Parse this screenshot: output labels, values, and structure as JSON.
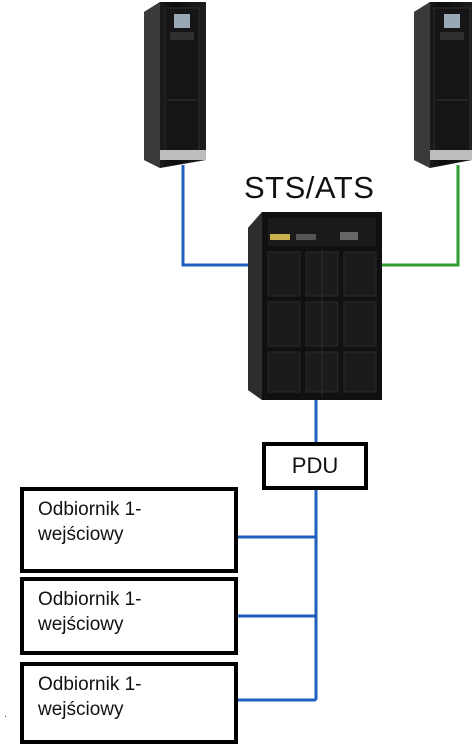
{
  "sts_label": "STS/ATS",
  "pdu_label": "PDU",
  "loads": [
    {
      "line1": "Odbiornik 1-",
      "line2": "wejściowy"
    },
    {
      "line1": "Odbiornik 1-",
      "line2": "wejściowy"
    },
    {
      "line1": "Odbiornik 1-",
      "line2": "wejściowy"
    }
  ],
  "footnote_mark": ".",
  "colors": {
    "line_blue": "#1f5fbf",
    "line_green": "#2f9e2f",
    "cabinet": "#141414"
  }
}
